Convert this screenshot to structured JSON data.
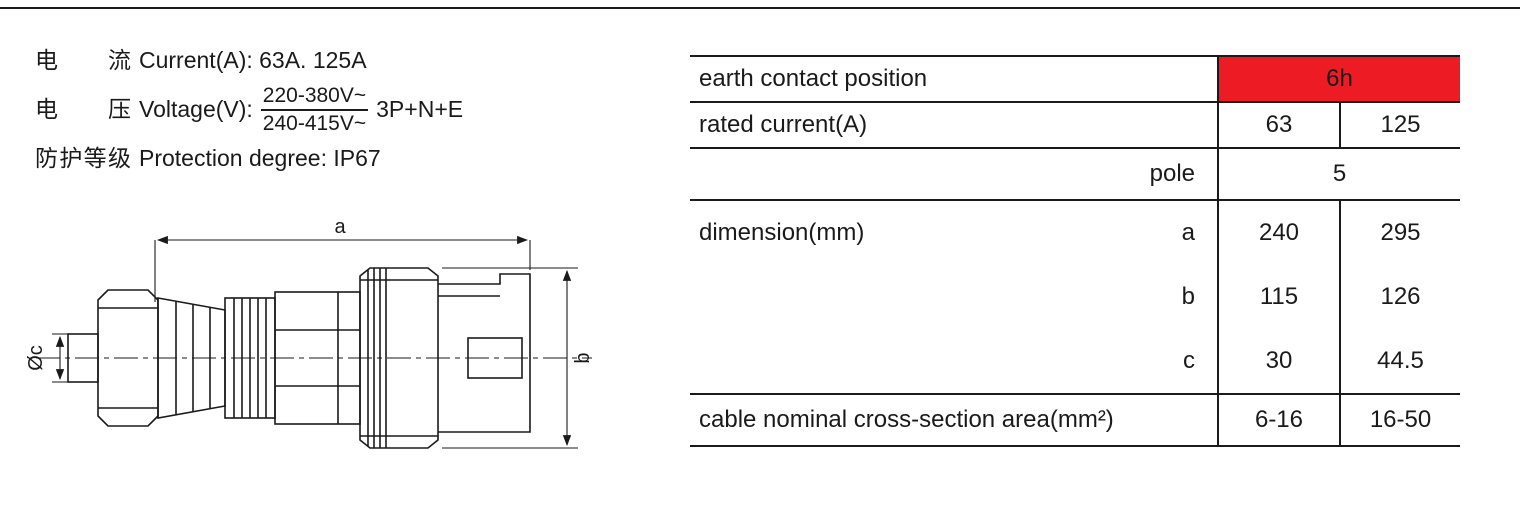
{
  "page": {
    "line_color": "#1a1a1a",
    "accent_red": "#ED1C24",
    "background": "#ffffff"
  },
  "specs": {
    "current_cn": "电流",
    "current_text": "Current(A): 63A. 125A",
    "voltage_cn": "电压",
    "voltage_label": "Voltage(V):",
    "voltage_top": "220-380V~",
    "voltage_bottom": "240-415V~",
    "voltage_suffix": "3P+N+E",
    "protection_cn": "防护等级",
    "protection_text": "Protection degree: IP67"
  },
  "drawing": {
    "dim_a": "a",
    "dim_b": "b",
    "dim_c": "Øc"
  },
  "table": {
    "earth": {
      "label": "earth contact position",
      "value": "6h"
    },
    "rated": {
      "label": "rated current(A)",
      "v1": "63",
      "v2": "125"
    },
    "pole": {
      "label": "pole",
      "value": "5"
    },
    "dimension": {
      "label": "dimension(mm)",
      "rows": [
        {
          "dim": "a",
          "v1": "240",
          "v2": "295"
        },
        {
          "dim": "b",
          "v1": "115",
          "v2": "126"
        },
        {
          "dim": "c",
          "v1": "30",
          "v2": "44.5"
        }
      ]
    },
    "cable": {
      "label": "cable nominal cross-section area(mm²)",
      "v1": "6-16",
      "v2": "16-50"
    }
  }
}
